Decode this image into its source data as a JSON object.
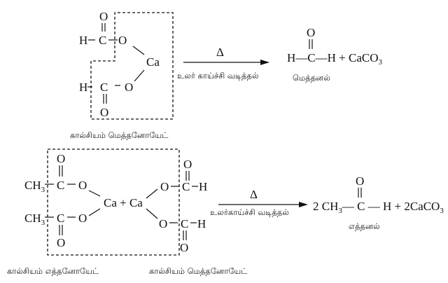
{
  "reaction1": {
    "reactant": {
      "O": "O",
      "H": "H",
      "C": "C",
      "Ca": "Ca"
    },
    "condition_symbol": "Δ",
    "condition_label": "உலர் காய்ச்சி வடித்தல்",
    "product_formula": "H—C—H + CaCO",
    "product_subscript": "3",
    "product_name": "மெத்தனல்",
    "reactant_name": "கால்சியம் மெத்தனோயேட்"
  },
  "reaction2": {
    "ch3": "CH",
    "ch3_sub": "3",
    "ca_plus_ca": "Ca + Ca",
    "condition_symbol": "Δ",
    "condition_label": "உலர்காய்ச்சி வடித்தல்",
    "product_prefix": "2 CH",
    "product_sub": "3",
    "product_rest": "— C — H + 2CaCO",
    "product_sub2": "3",
    "product_name": "எத்தனல்",
    "reactant1_name": "கால்சியம் எத்தனோயேட்",
    "reactant2_name": "கால்சியம் மெத்தனோயேட்"
  }
}
